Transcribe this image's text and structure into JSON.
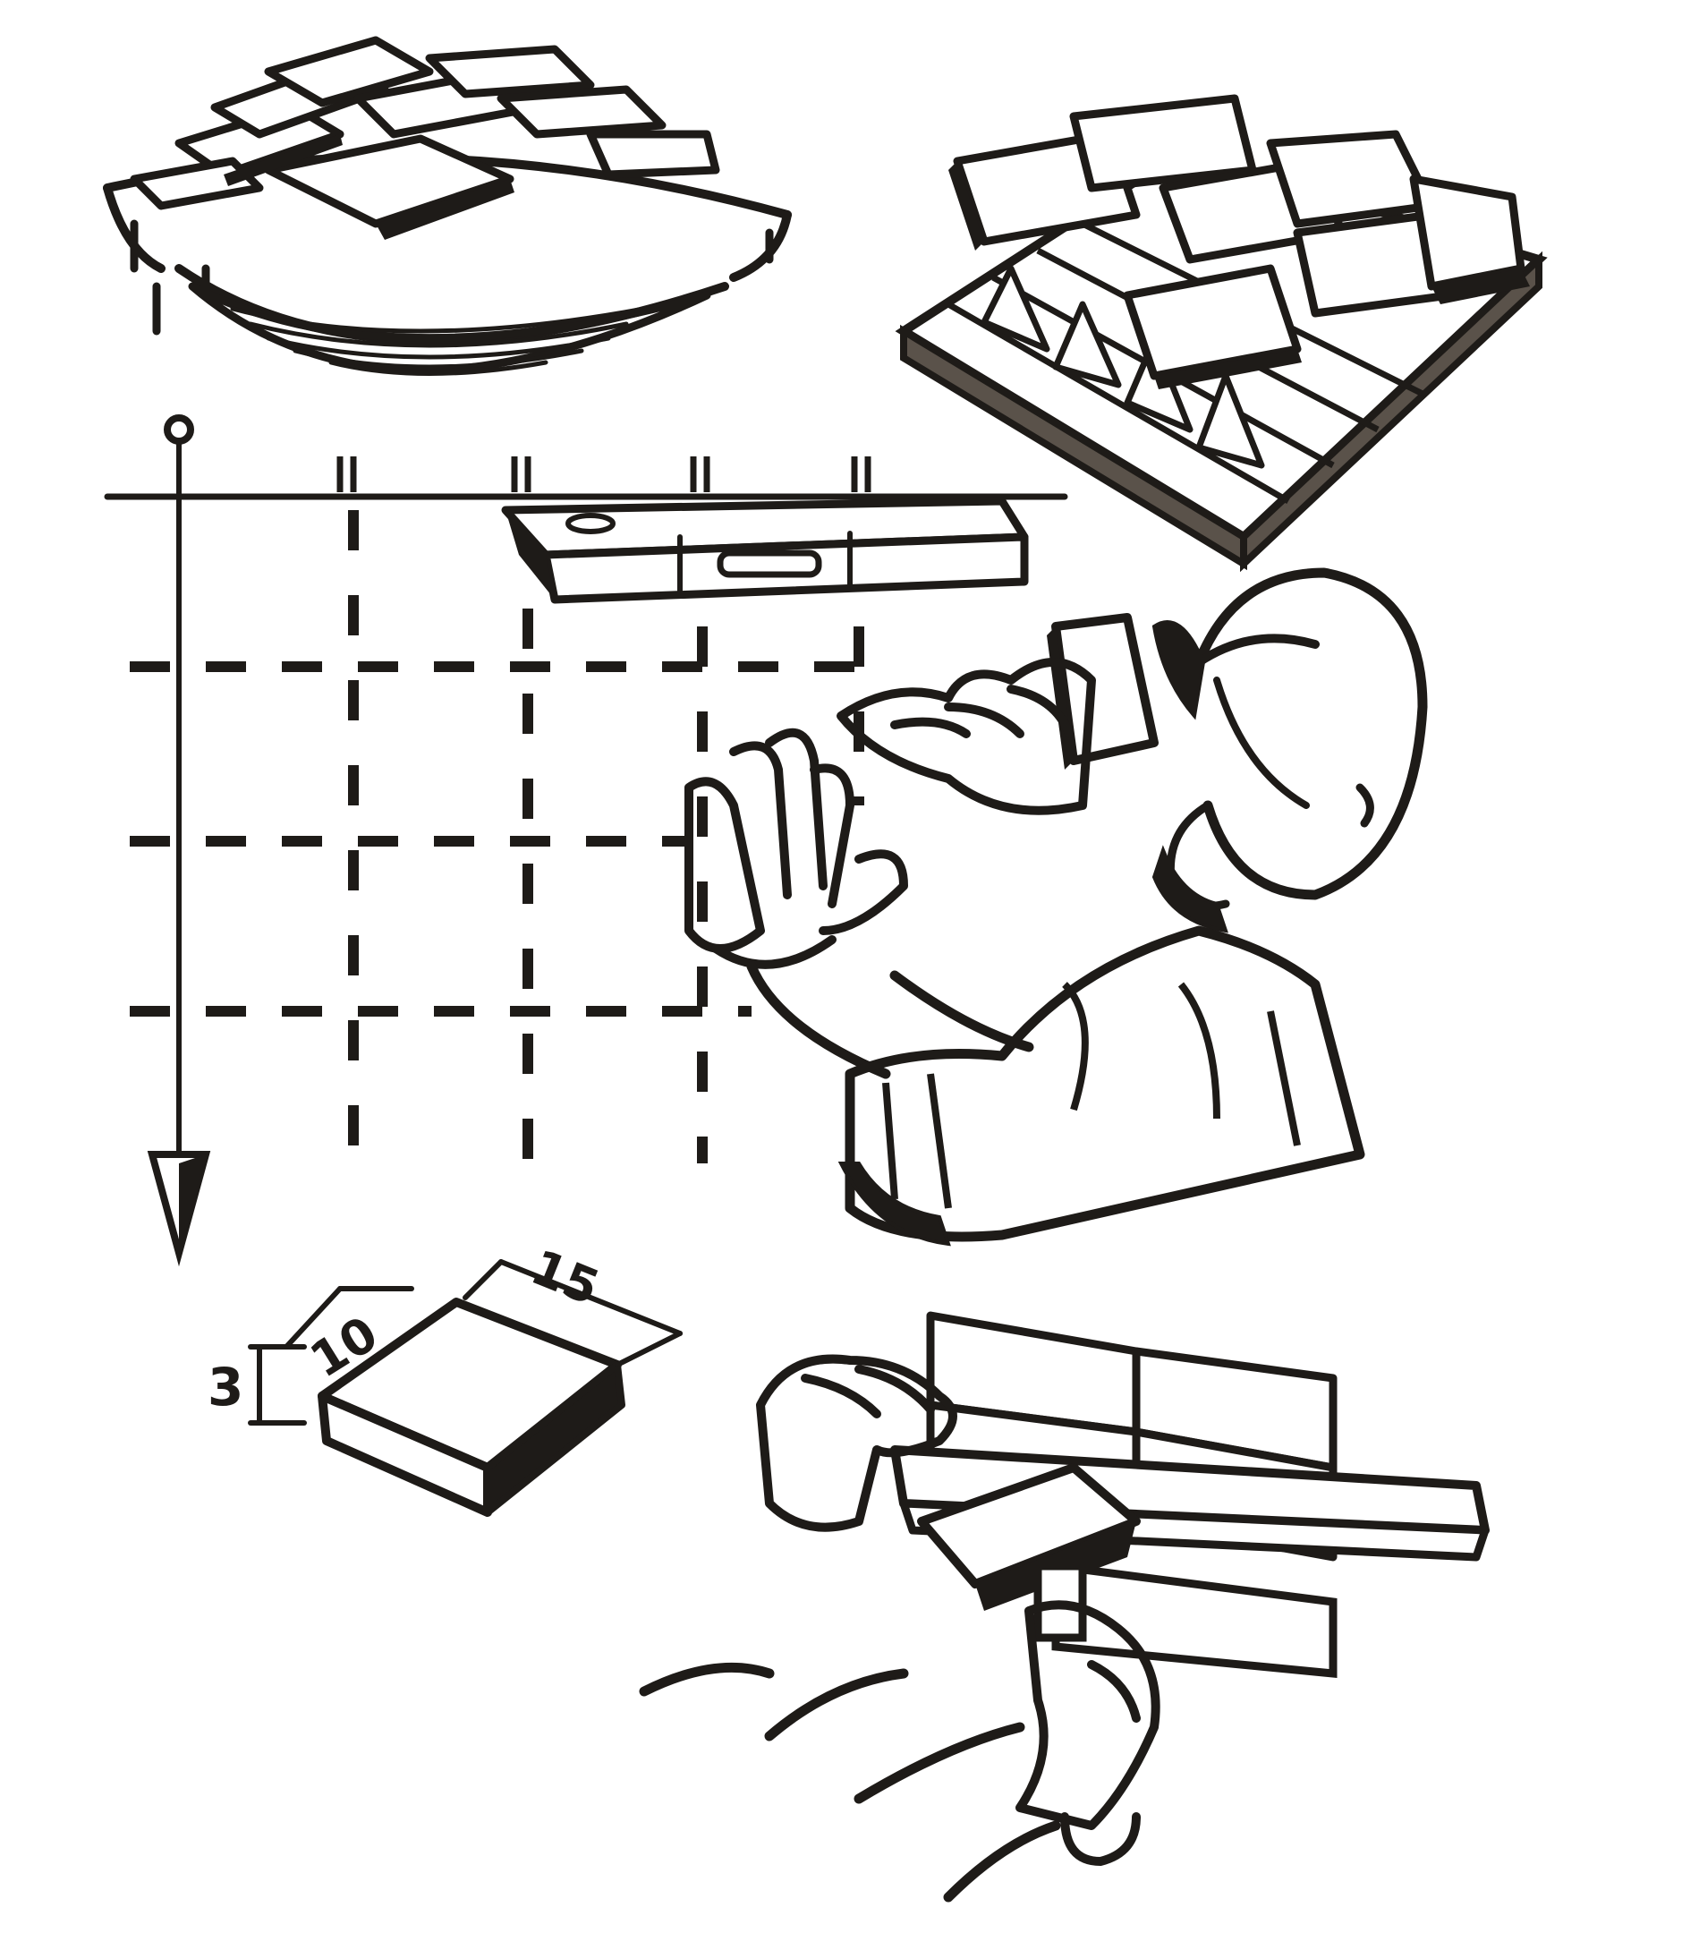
{
  "figure": {
    "dimension_labels": {
      "thickness": "3",
      "width": "10",
      "length": "15"
    }
  },
  "colors": {
    "ink": "#1e1b18",
    "paper": "#ffffff",
    "shade": "#5a524a"
  }
}
